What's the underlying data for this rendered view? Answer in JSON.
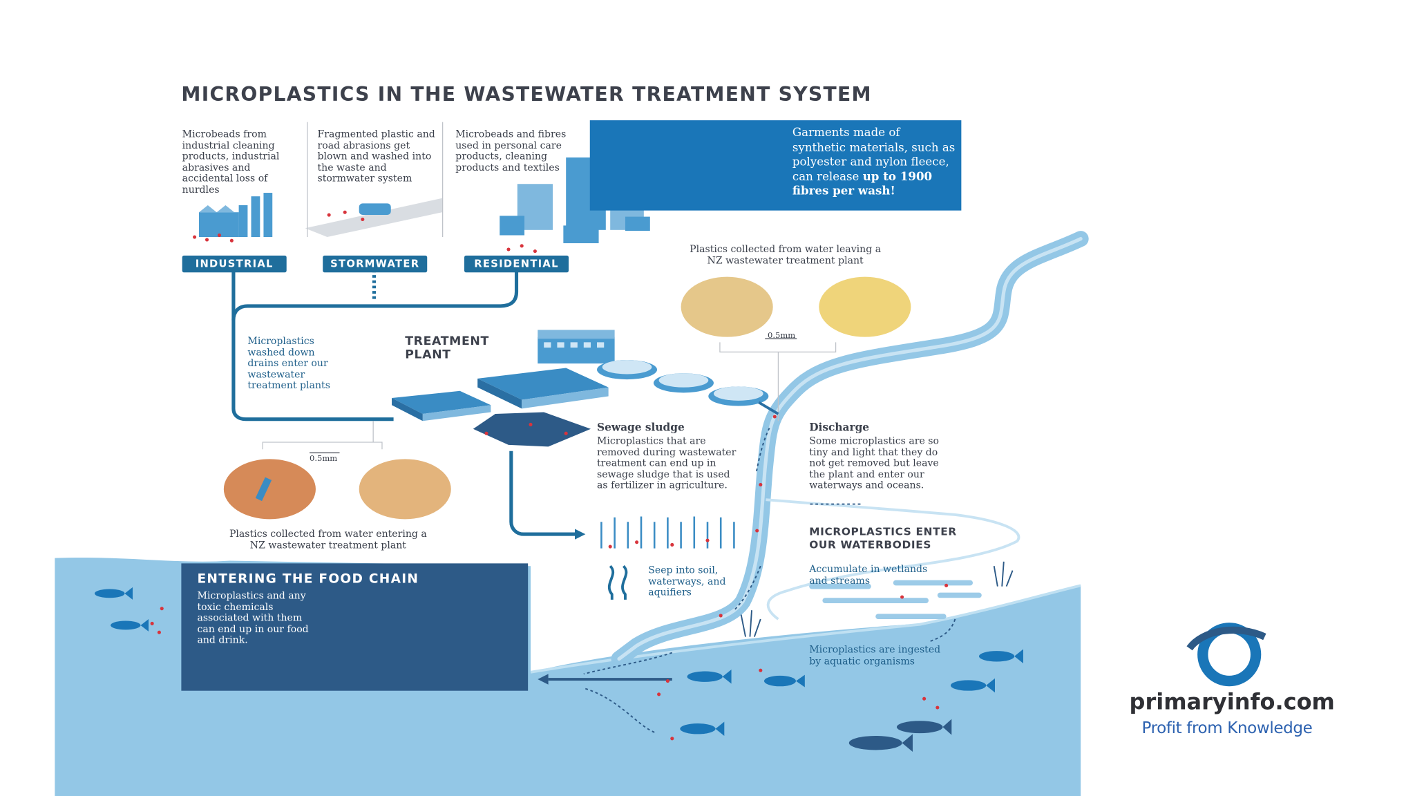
{
  "title": "MICROPLASTICS IN THE WASTEWATER TREATMENT SYSTEM",
  "sources": [
    {
      "label": "INDUSTRIAL",
      "text": "Microbeads from industrial cleaning products, industrial abrasives and accidental loss of nurdles"
    },
    {
      "label": "STORMWATER",
      "text": "Fragmented plastic and road abrasions get blown and washed into the waste and stormwater system"
    },
    {
      "label": "RESIDENTIAL",
      "text": "Microbeads and fibres used in personal care products, cleaning products and textiles"
    }
  ],
  "garments": {
    "text": "Garments made of synthetic materials, such as polyester and nylon fleece, can release ",
    "highlight": "up to 1900 fibres per wash!"
  },
  "leaving_caption": "Plastics collected from water leaving a NZ wastewater treatment plant",
  "entering_caption": "Plastics collected from water entering a NZ wastewater treatment plant",
  "scale_top": "0.5mm",
  "scale_bottom": "0.5mm",
  "drains_note": "Microplastics washed down drains enter our wastewater treatment plants",
  "treatment_plant": "TREATMENT PLANT",
  "sludge": {
    "title": "Sewage sludge",
    "text": "Microplastics that are removed during wastewater treatment can end up in sewage sludge that is used as fertilizer in agriculture."
  },
  "discharge": {
    "title": "Discharge",
    "text": "Some microplastics are so tiny and light that they do not get removed but leave the plant and enter our waterways and oceans."
  },
  "waterbodies": {
    "title": "MICROPLASTICS ENTER OUR WATERBODIES",
    "accumulate": "Accumulate in wetlands and streams"
  },
  "seep_text": "Seep into soil, waterways, and aquifiers",
  "ingested_text": "Microplastics are ingested by aquatic organisms",
  "food_chain": {
    "title": "ENTERING THE FOOD CHAIN",
    "text": "Microplastics and any toxic chemicals associated with them can end up in our food and drink."
  },
  "logo": {
    "name": "primaryinfo.com",
    "tagline": "Profit from Knowledge"
  },
  "colors": {
    "dark_blue": "#1f6e9c",
    "water": "#93c7e6",
    "food_box": "#2d5a87",
    "microplastic_red": "#d8343c"
  }
}
